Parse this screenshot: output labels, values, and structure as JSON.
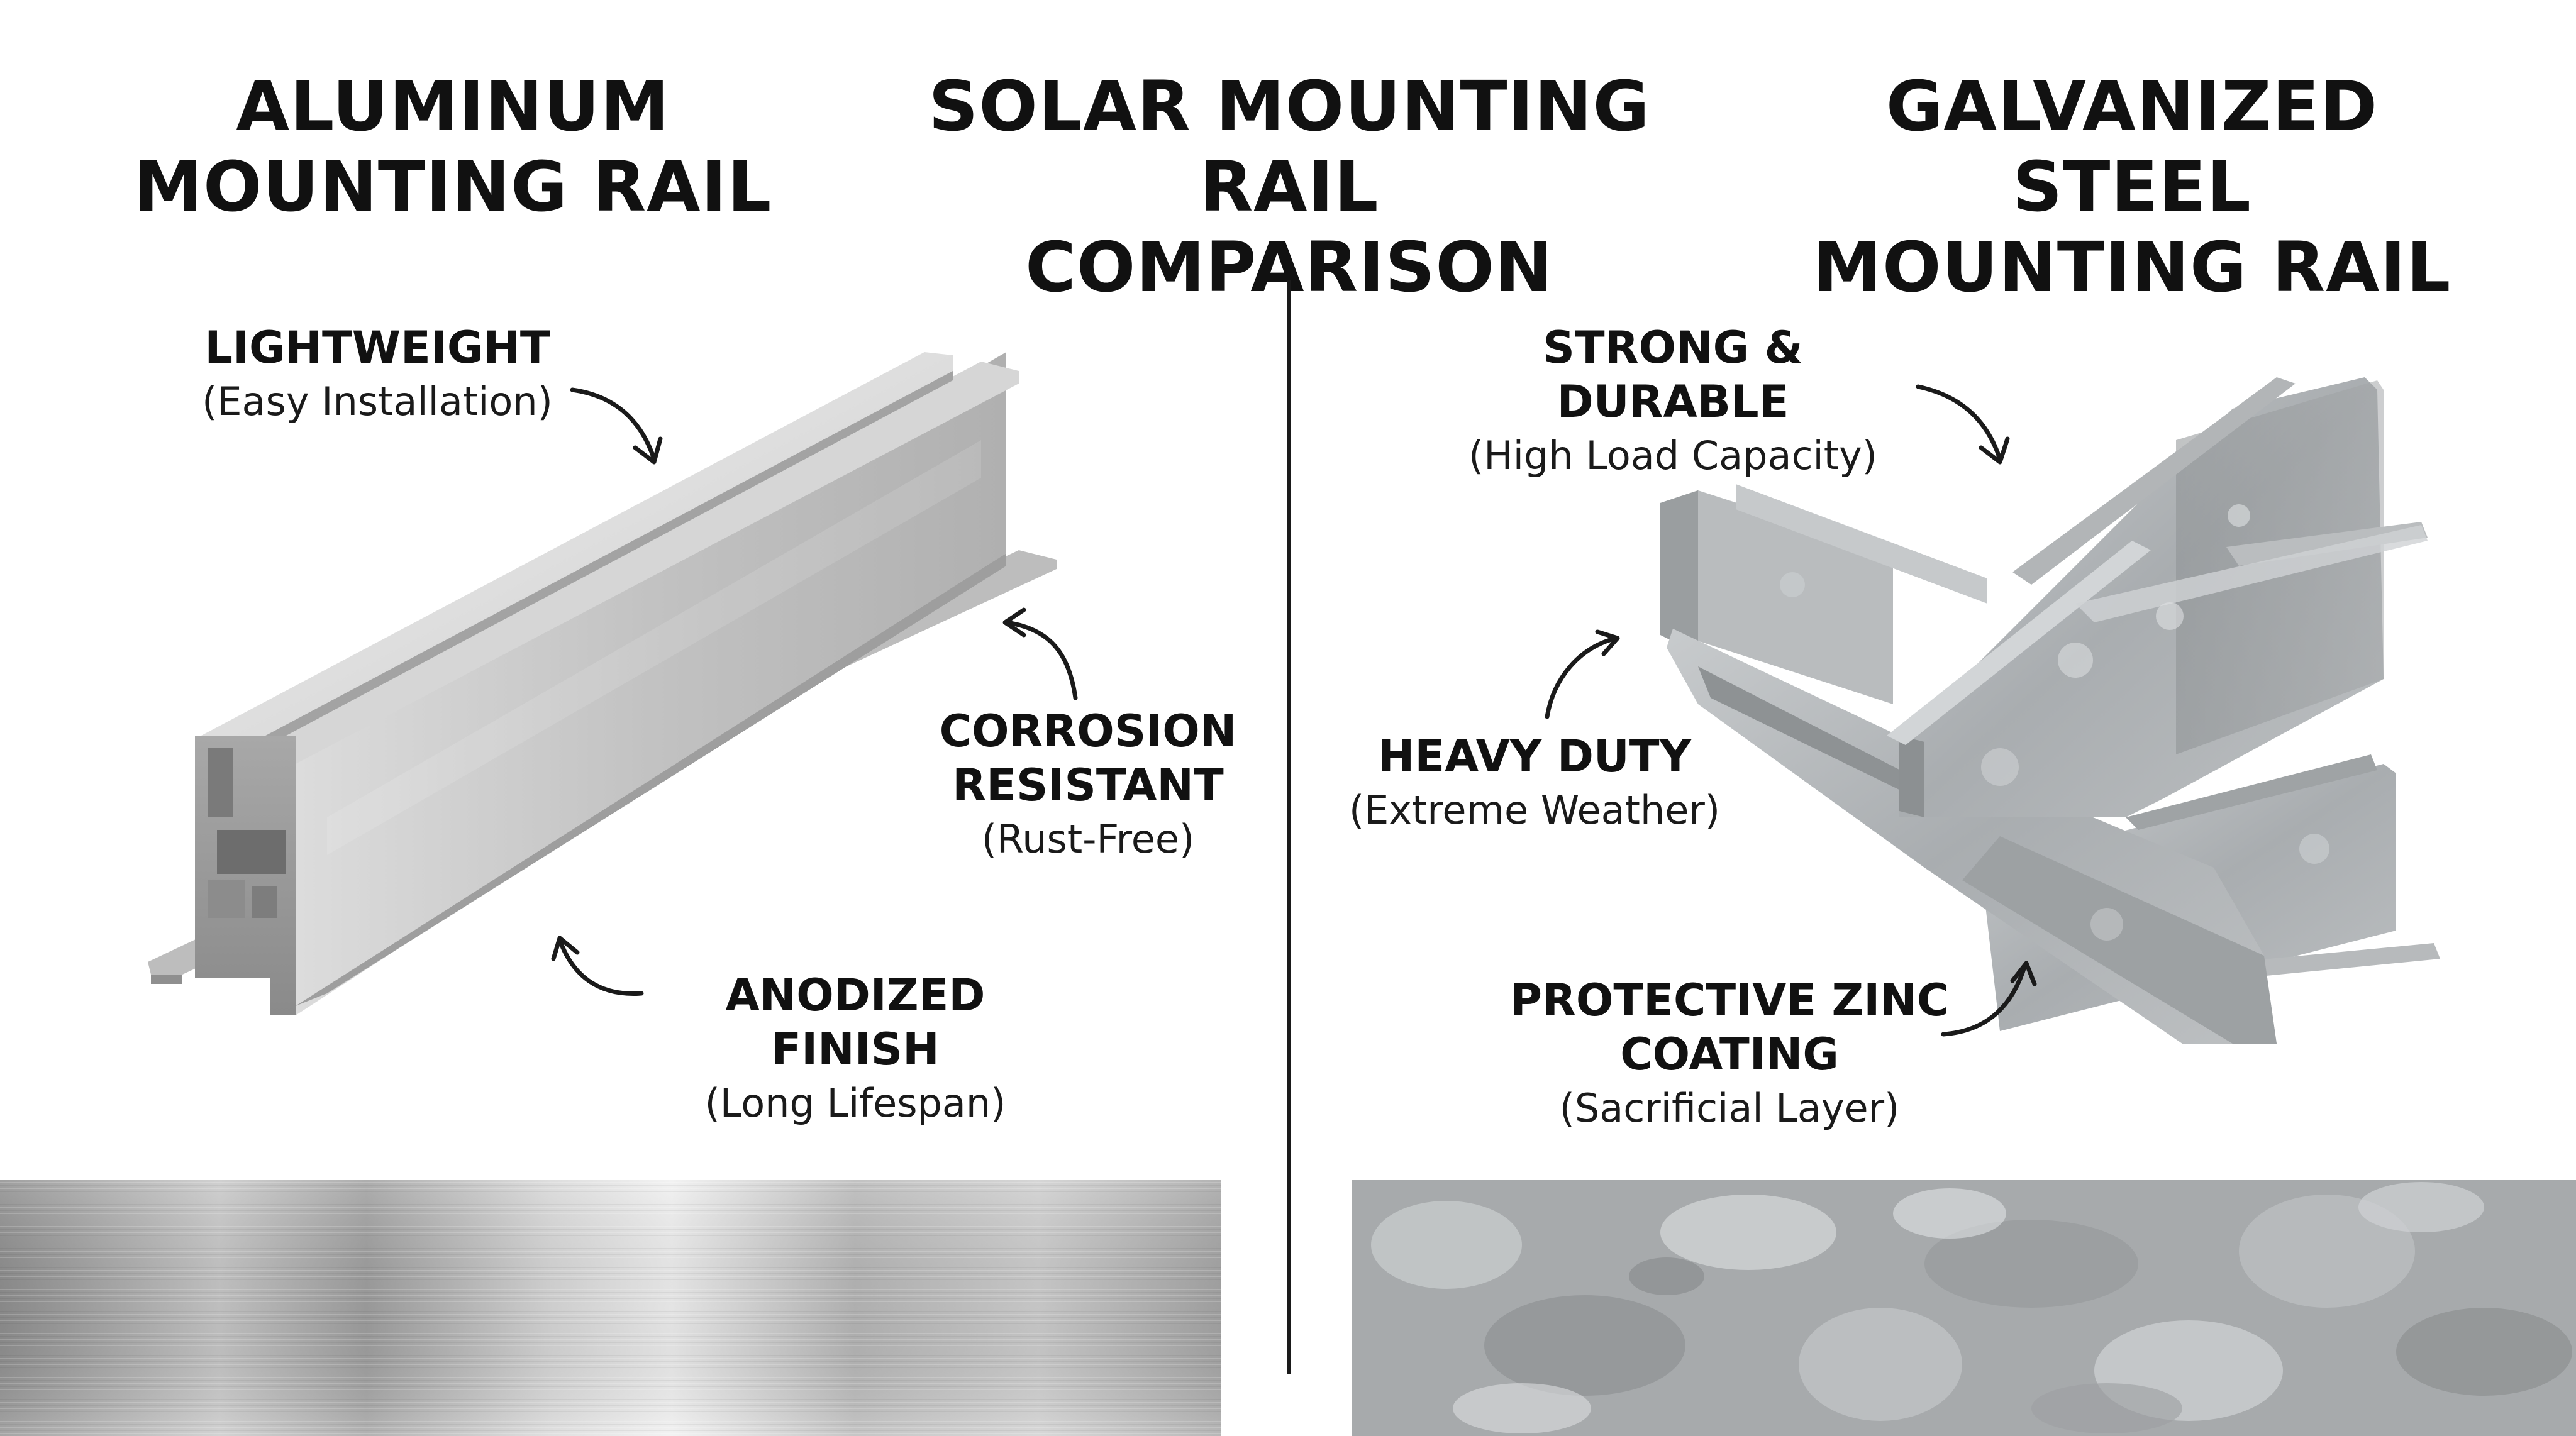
{
  "headings": {
    "left": [
      "ALUMINUM",
      "MOUNTING RAIL"
    ],
    "center": [
      "SOLAR MOUNTING RAIL",
      "COMPARISON"
    ],
    "right": [
      "GALVANIZED STEEL",
      "MOUNTING RAIL"
    ]
  },
  "aluminum": {
    "features": [
      {
        "title": "LIGHTWEIGHT",
        "subtitle": "(Easy Installation)"
      },
      {
        "title": "CORROSION RESISTANT",
        "subtitle": "(Rust-Free)"
      },
      {
        "title": "ANODIZED FINISH",
        "subtitle": "(Long Lifespan)"
      }
    ],
    "color_light": "#e6e6e6",
    "color_dark": "#9a9a9a"
  },
  "steel": {
    "features": [
      {
        "title": "STRONG & DURABLE",
        "subtitle": "(High Load Capacity)"
      },
      {
        "title": "HEAVY DUTY",
        "subtitle": "(Extreme Weather)"
      },
      {
        "title": "PROTECTIVE ZINC COATING",
        "subtitle": "(Sacrificial Layer)"
      }
    ],
    "color_light": "#c4c7c9",
    "color_dark": "#8a8d8f"
  }
}
